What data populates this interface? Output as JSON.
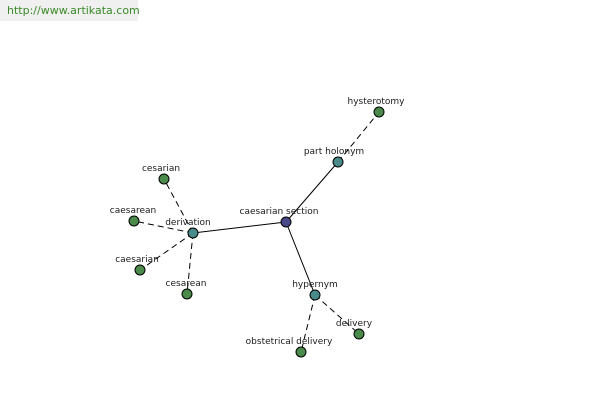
{
  "site_url": "http://www.artikata.com",
  "colors": {
    "center": "#4a4a8a",
    "relation": "#4a8a8a",
    "leaf": "#4a8a4a",
    "url_text": "#3a8a2a"
  },
  "nodes": [
    {
      "id": "caesarian-section",
      "label": "caesarian section",
      "kind": "center"
    },
    {
      "id": "part-holonym",
      "label": "part holonym",
      "kind": "relation"
    },
    {
      "id": "hysterotomy",
      "label": "hysterotomy",
      "kind": "leaf"
    },
    {
      "id": "derivation",
      "label": "derivation",
      "kind": "relation"
    },
    {
      "id": "cesarian",
      "label": "cesarian",
      "kind": "leaf"
    },
    {
      "id": "caesarean",
      "label": "caesarean",
      "kind": "leaf"
    },
    {
      "id": "caesarian",
      "label": "caesarian",
      "kind": "leaf"
    },
    {
      "id": "cesarean",
      "label": "cesarean",
      "kind": "leaf"
    },
    {
      "id": "hypernym",
      "label": "hypernym",
      "kind": "relation"
    },
    {
      "id": "delivery",
      "label": "delivery",
      "kind": "leaf"
    },
    {
      "id": "obstetrical-delivery",
      "label": "obstetrical delivery",
      "kind": "leaf"
    }
  ],
  "edges": [
    {
      "from": "caesarian-section",
      "to": "part-holonym",
      "style": "solid"
    },
    {
      "from": "caesarian-section",
      "to": "derivation",
      "style": "solid"
    },
    {
      "from": "caesarian-section",
      "to": "hypernym",
      "style": "solid"
    },
    {
      "from": "part-holonym",
      "to": "hysterotomy",
      "style": "dashed"
    },
    {
      "from": "derivation",
      "to": "cesarian",
      "style": "dashed"
    },
    {
      "from": "derivation",
      "to": "caesarean",
      "style": "dashed"
    },
    {
      "from": "derivation",
      "to": "caesarian",
      "style": "dashed"
    },
    {
      "from": "derivation",
      "to": "cesarean",
      "style": "dashed"
    },
    {
      "from": "hypernym",
      "to": "delivery",
      "style": "dashed"
    },
    {
      "from": "hypernym",
      "to": "obstetrical-delivery",
      "style": "dashed"
    }
  ]
}
